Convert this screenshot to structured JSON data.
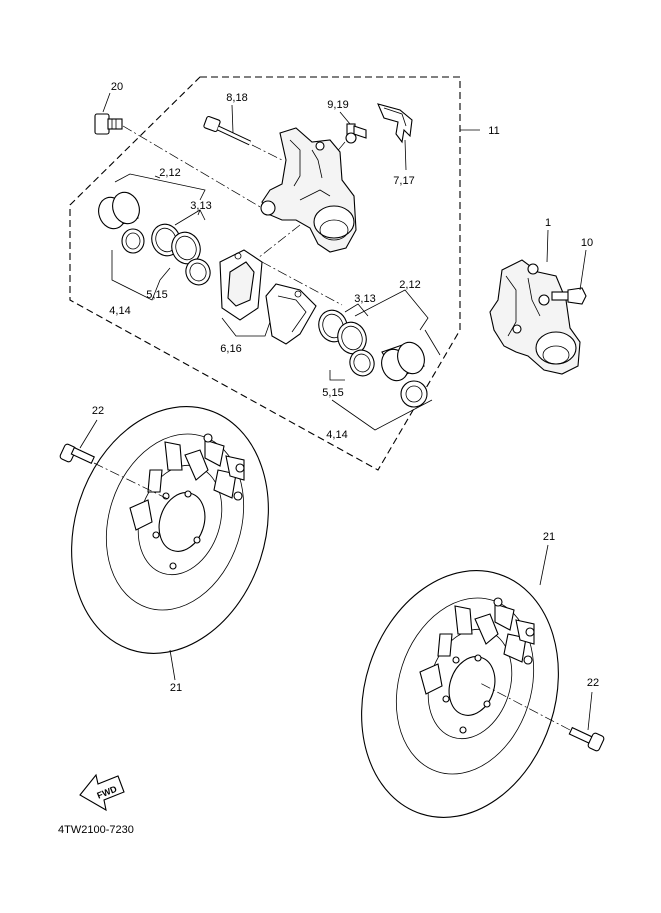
{
  "labels": {
    "l20": "20",
    "l818": "8,18",
    "l919": "9,19",
    "l11": "11",
    "l717": "7,17",
    "l212a": "2,12",
    "l313a": "3,13",
    "l515a": "5,15",
    "l414a": "4,14",
    "l616": "6,16",
    "l313b": "3,13",
    "l212b": "2,12",
    "l515b": "5,15",
    "l414b": "4,14",
    "l1": "1",
    "l10": "10",
    "l22a": "22",
    "l21a": "21",
    "l21b": "21",
    "l22b": "22"
  },
  "fwd": "FWD",
  "code": "4TW2100-7230"
}
